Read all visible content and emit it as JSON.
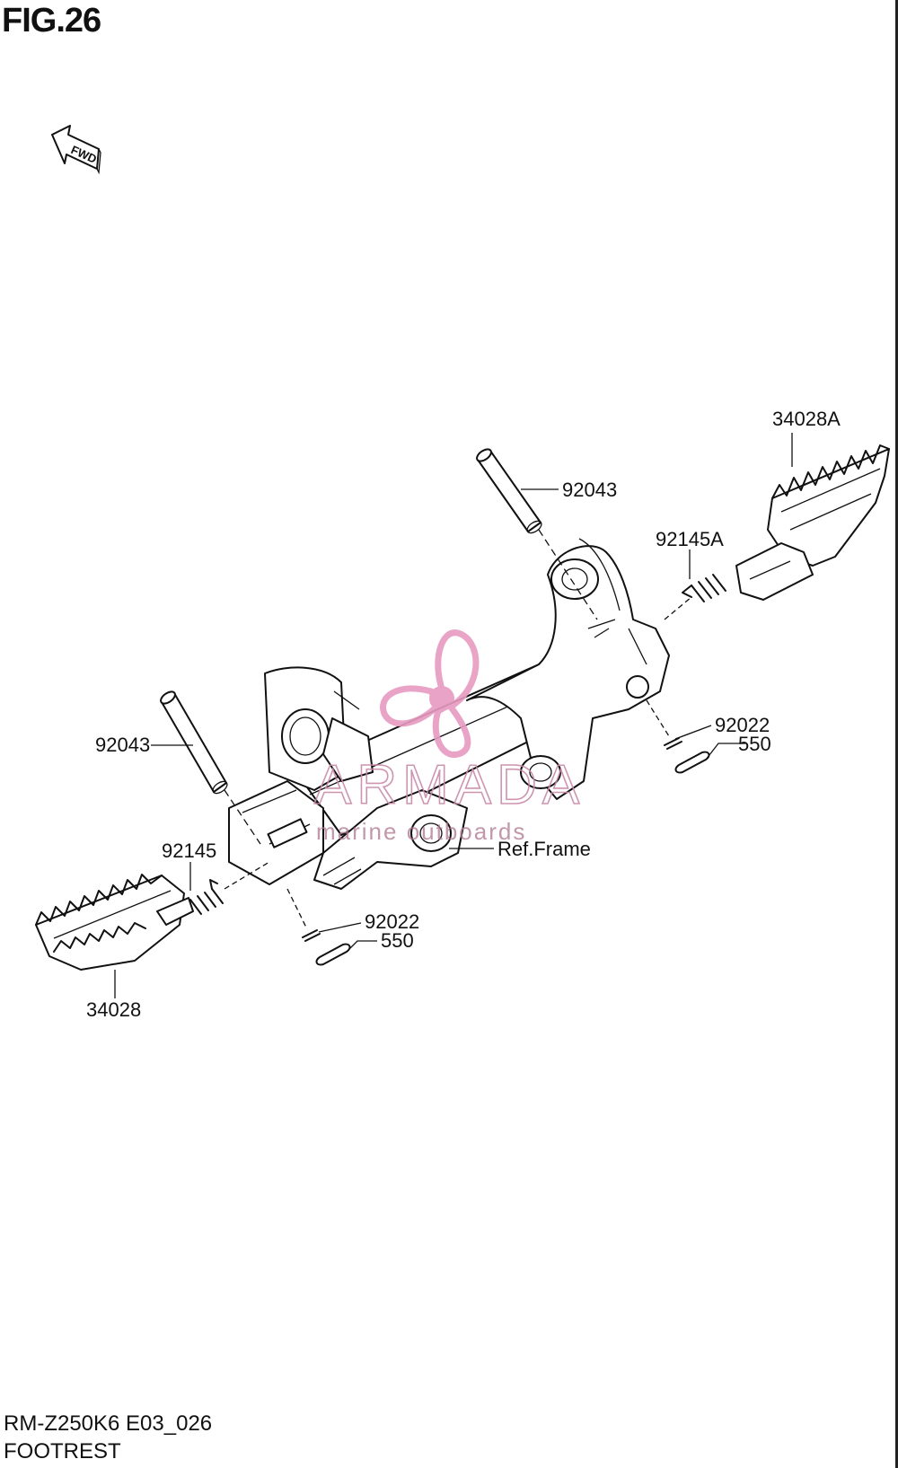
{
  "figure": {
    "title": "FIG.26"
  },
  "direction_marker": {
    "label": "FWD",
    "icon": "fwd-arrow-icon"
  },
  "callouts": {
    "pin_right": "92043",
    "footrest_right": "34028A",
    "spring_right": "92145A",
    "washer_right": "92022",
    "cotter_right": "550",
    "pin_left": "92043",
    "spring_left": "92145",
    "washer_left": "92022",
    "cotter_left": "550",
    "footrest_left": "34028",
    "frame_ref": "Ref.Frame"
  },
  "watermark": {
    "brand": "ARMADA",
    "tagline": "marine outboards",
    "color": "#e79ac0"
  },
  "footer": {
    "model_code": "RM-Z250K6 E03_026",
    "section_name": "FOOTREST"
  }
}
